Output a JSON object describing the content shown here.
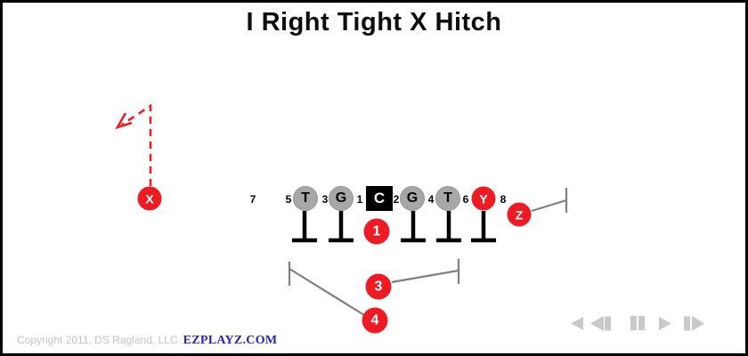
{
  "title": "I Right Tight X Hitch",
  "diagram": {
    "gap_numbers": [
      "7",
      "5",
      "3",
      "1",
      "2",
      "4",
      "6",
      "8"
    ],
    "line_players": [
      "T",
      "G",
      "C",
      "G",
      "T",
      "Y"
    ],
    "receivers": {
      "x": "X",
      "z": "Z"
    },
    "backfield_markers": [
      "1",
      "3",
      "4"
    ]
  },
  "footer": {
    "copyright": "Copyright 2011, DS Ragland, LLC",
    "brand": "EZPLAYZ.COM"
  },
  "media_controls": {
    "previous": "previous",
    "step_back": "step-back",
    "pause": "pause",
    "play": "play",
    "step_forward": "step-forward"
  },
  "colors": {
    "player_red": "#ED1C24",
    "player_gray": "#A7A7A7",
    "center_black": "#000000",
    "assignment_line_gray": "#7F7F7F",
    "brand_blue": "#2222CC",
    "copyright_gray": "#C4C4C4",
    "media_icon_gray": "#C9C9C9"
  }
}
